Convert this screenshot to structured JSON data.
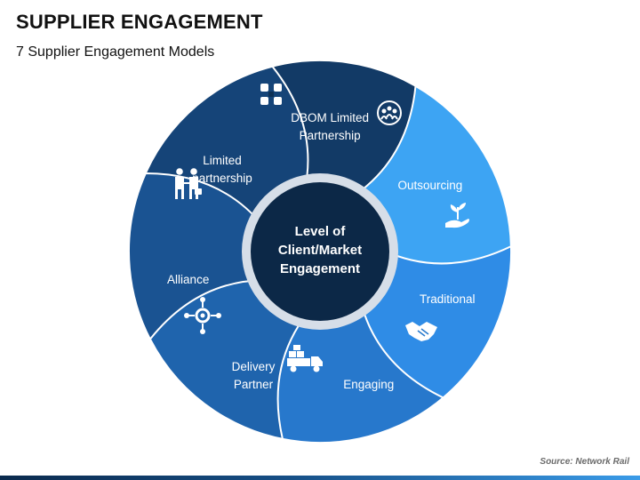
{
  "header": {
    "title": "SUPPLIER ENGAGEMENT",
    "subtitle": "7 Supplier Engagement Models"
  },
  "diagram": {
    "center": {
      "lines": [
        "Level of",
        "Client/Market",
        "Engagement"
      ],
      "color": "#0c2847"
    },
    "segments": [
      {
        "id": "outsourcing",
        "lines": [
          "Outsourcing"
        ],
        "icon": "people-cycle-icon",
        "color": "#3da4f3"
      },
      {
        "id": "traditional",
        "lines": [
          "Traditional"
        ],
        "icon": "plant-in-hand-icon",
        "color": "#2f8ce6"
      },
      {
        "id": "engaging",
        "lines": [
          "Engaging"
        ],
        "icon": "handshake-icon",
        "color": "#2778cc"
      },
      {
        "id": "delivery-partner",
        "lines": [
          "Delivery",
          "Partner"
        ],
        "icon": "delivery-truck-icon",
        "color": "#1f64ad"
      },
      {
        "id": "alliance",
        "lines": [
          "Alliance"
        ],
        "icon": "network-gear-icon",
        "color": "#1a5392"
      },
      {
        "id": "limited-partnership",
        "lines": [
          "Limited",
          "partnership"
        ],
        "icon": "business-handshake-icon",
        "color": "#154478"
      },
      {
        "id": "dbom-limited-partnership",
        "lines": [
          "DBOM Limited",
          "Partnership"
        ],
        "icon": "hands-cooperation-icon",
        "color": "#123a66"
      }
    ]
  },
  "footer": {
    "source": "Source: Network Rail"
  }
}
